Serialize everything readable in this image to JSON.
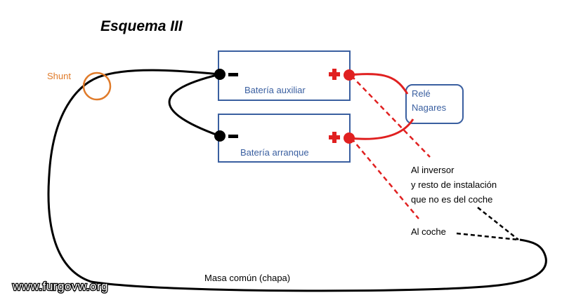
{
  "title": "Esquema III",
  "shunt": {
    "label": "Shunt",
    "color": "#e07b2a"
  },
  "battery_aux": {
    "label": "Batería auxiliar",
    "neg": "−",
    "pos": "+"
  },
  "battery_start": {
    "label": "Batería arranque",
    "neg": "−",
    "pos": "+"
  },
  "relay": {
    "line1": "Relé",
    "line2": "Nagares"
  },
  "notes": {
    "inverter_1": "Al inversor",
    "inverter_2": "y resto de instalación",
    "inverter_3": "que no es del coche",
    "car": "Al coche"
  },
  "ground_label": "Masa común (chapa)",
  "watermark": "www.furgovw.org",
  "colors": {
    "box_border": "#3a5fa0",
    "box_text": "#3a5fa0",
    "red_wire": "#e02020",
    "plus": "#e02020",
    "black_wire": "#000000"
  }
}
